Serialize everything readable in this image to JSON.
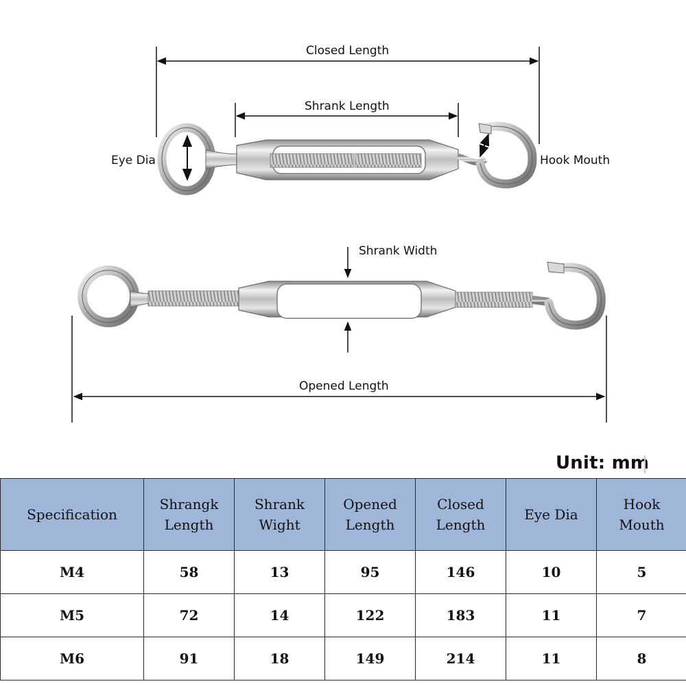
{
  "diagram": {
    "labels": {
      "closed_length": "Closed Length",
      "shrank_length": "Shrank Length",
      "eye_dia": "Eye Dia",
      "hook_mouth": "Hook Mouth",
      "shrank_width": "Shrank Width",
      "opened_length": "Opened Length"
    }
  },
  "unit_label": "Unit: mm",
  "table": {
    "headers": [
      [
        "Specification"
      ],
      [
        "Shrangk",
        "Length"
      ],
      [
        "Shrank",
        "Wight"
      ],
      [
        "Opened",
        "Length"
      ],
      [
        "Closed",
        "Length"
      ],
      [
        "Eye Dia"
      ],
      [
        "Hook Mouth"
      ]
    ],
    "rows": [
      [
        "M4",
        "58",
        "13",
        "95",
        "146",
        "10",
        "5"
      ],
      [
        "M5",
        "72",
        "14",
        "122",
        "183",
        "11",
        "7"
      ],
      [
        "M6",
        "91",
        "18",
        "149",
        "214",
        "11",
        "8"
      ]
    ]
  }
}
